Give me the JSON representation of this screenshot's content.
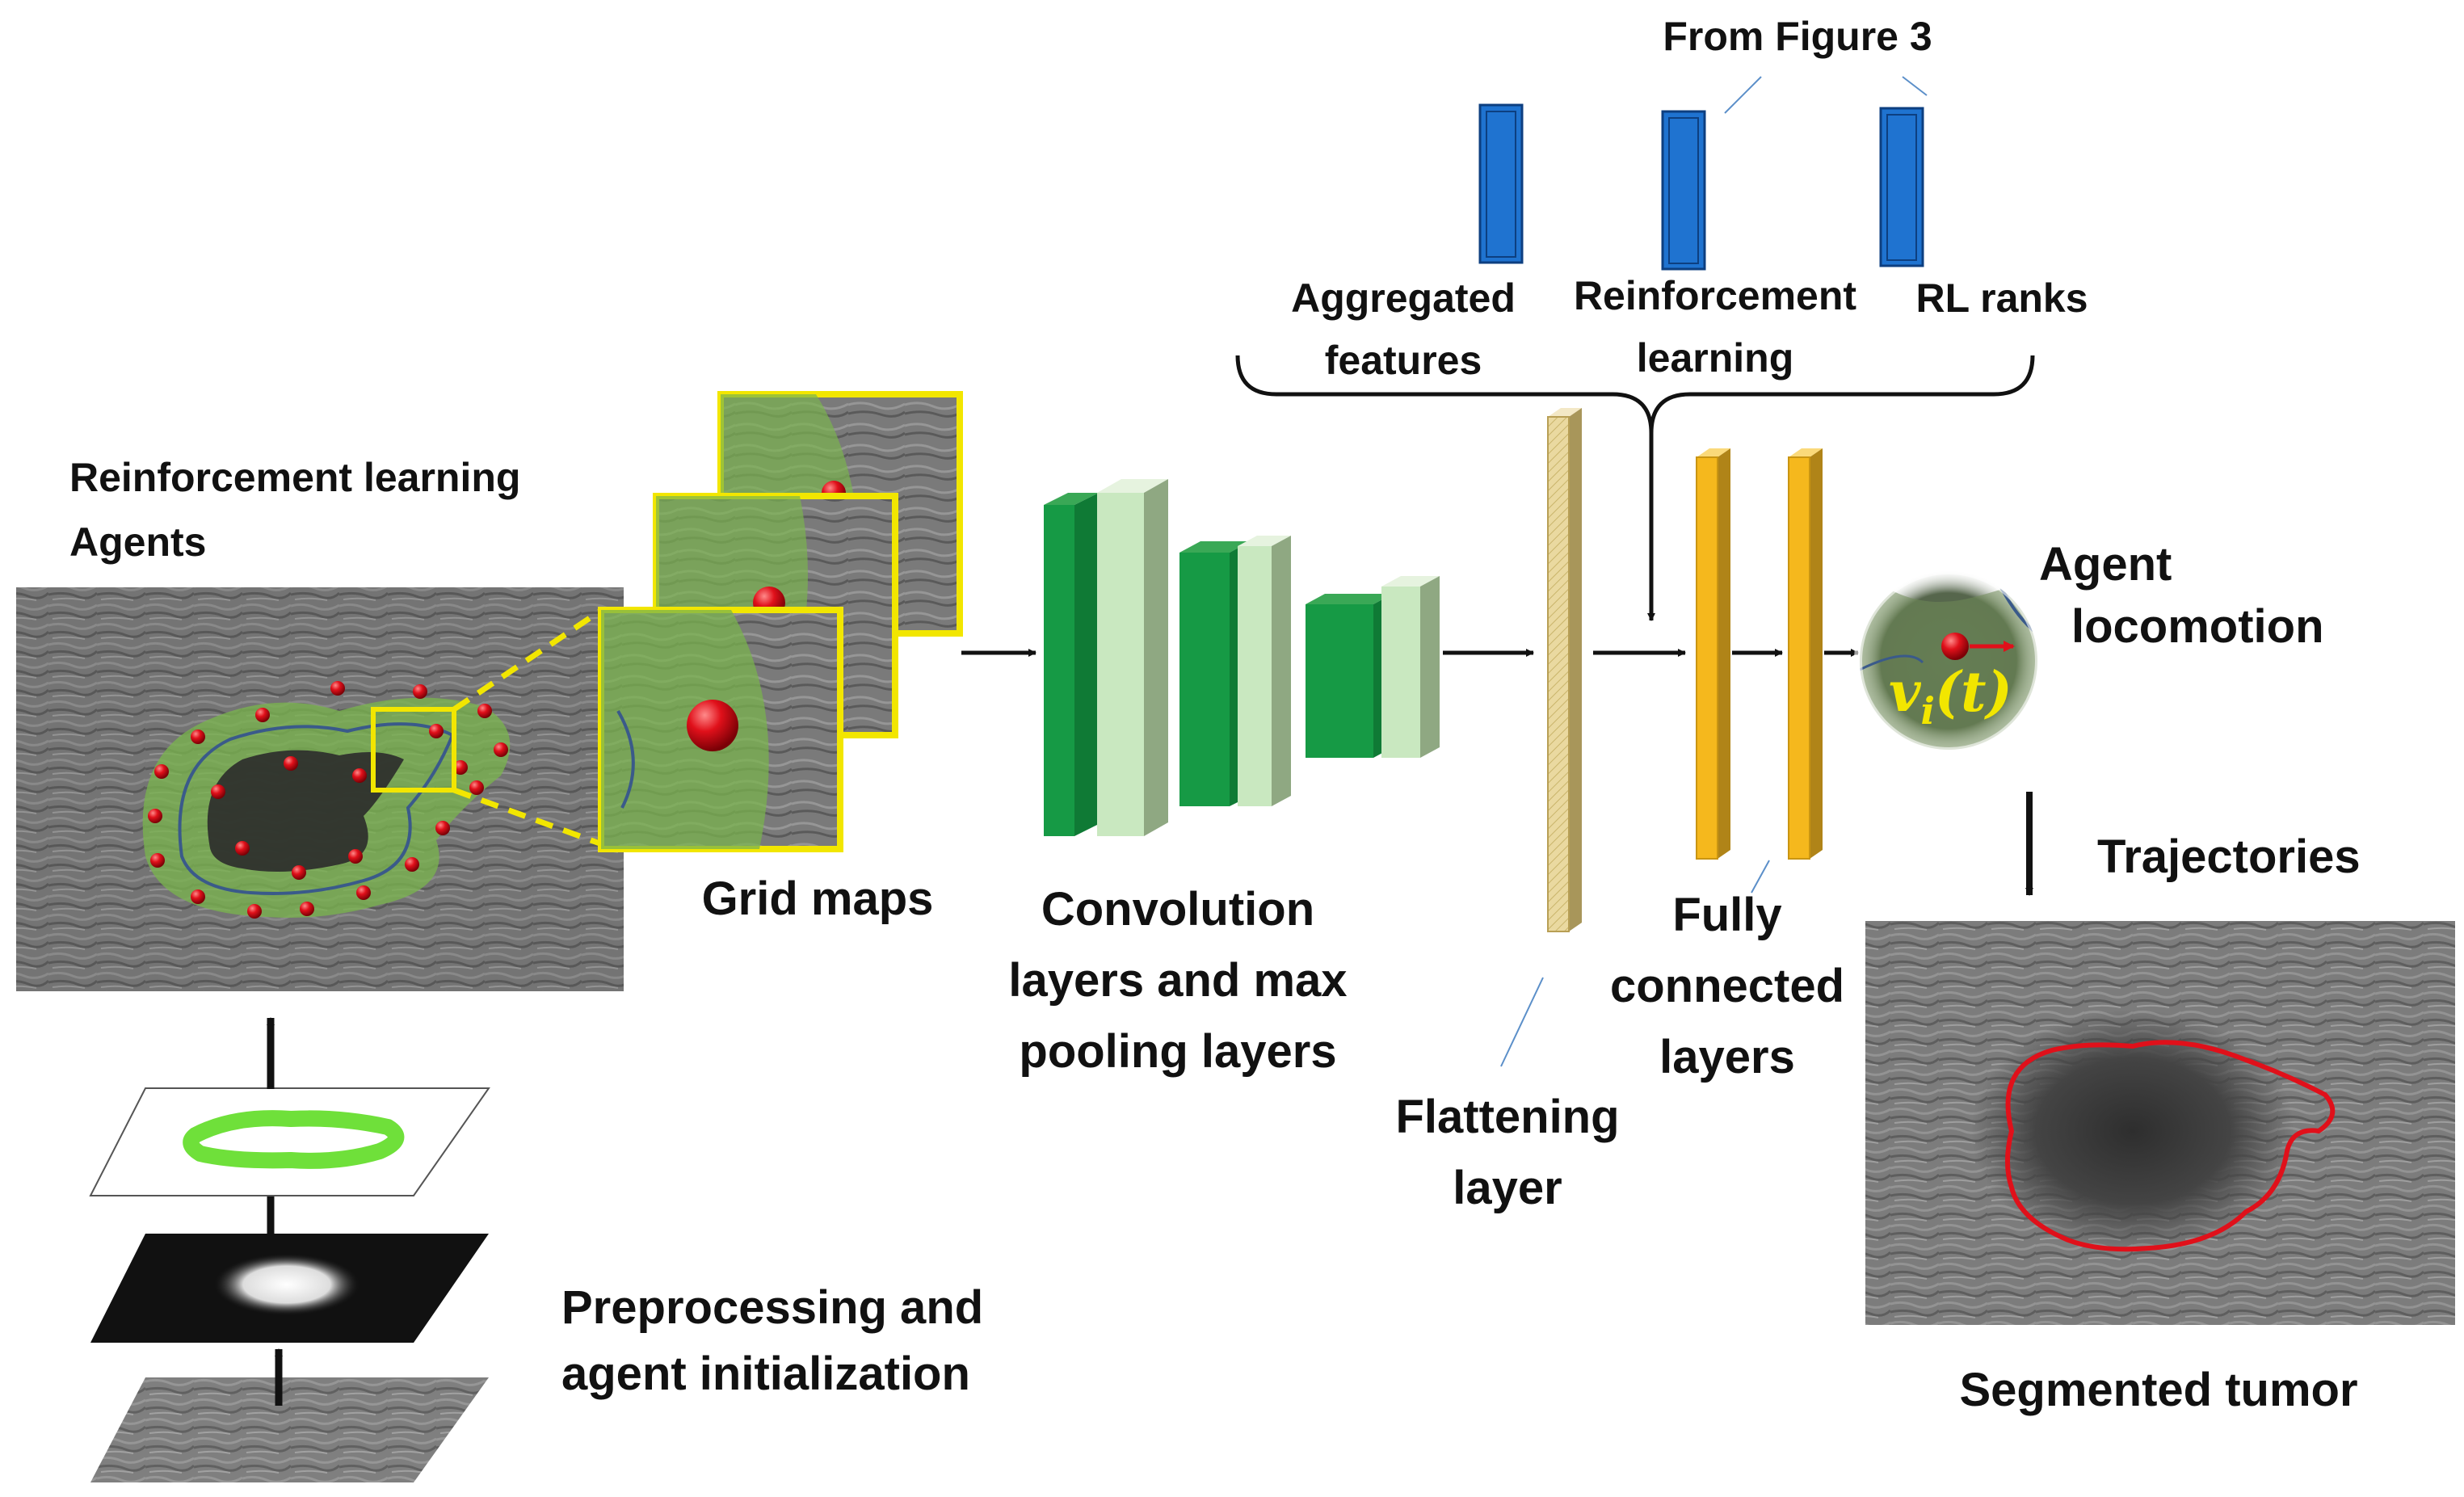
{
  "labels": {
    "from_figure": "From Figure 3",
    "aggregated_1": "Aggregated",
    "aggregated_2": "features",
    "reinforcement_1": "Reinforcement",
    "reinforcement_2": "learning",
    "rl_ranks": "RL ranks",
    "agents_1": "Reinforcement learning",
    "agents_2": "Agents",
    "grid_maps": "Grid maps",
    "conv_1": "Convolution",
    "conv_2": "layers and max",
    "conv_3": "pooling layers",
    "flatten_1": "Flattening",
    "flatten_2": "layer",
    "fc_1": "Fully",
    "fc_2": "connected",
    "fc_3": "layers",
    "locomotion_1": "Agent",
    "locomotion_2": "locomotion",
    "trajectories": "Trajectories",
    "preproc_1": "Preprocessing and",
    "preproc_2": "agent initialization",
    "segmented": "Segmented tumor"
  },
  "formula": {
    "v": "v",
    "sub": "i",
    "arg": "(t)"
  },
  "colors": {
    "agent_dot": "#e0101a",
    "grid_border": "#f2e600",
    "conv_dark": "#169a45",
    "conv_light": "#c9e8c0",
    "flatten": "#ead9a0",
    "fc": "#f5b81d",
    "feature_blue": "#1f73d0",
    "tumor_outline": "#e0101a",
    "lesion_overlay": "#7ab34e",
    "formula": "#f2e600"
  },
  "icons": {
    "agent_marker": "red-sphere-icon",
    "motion_arrow": "red-arrow-icon"
  }
}
